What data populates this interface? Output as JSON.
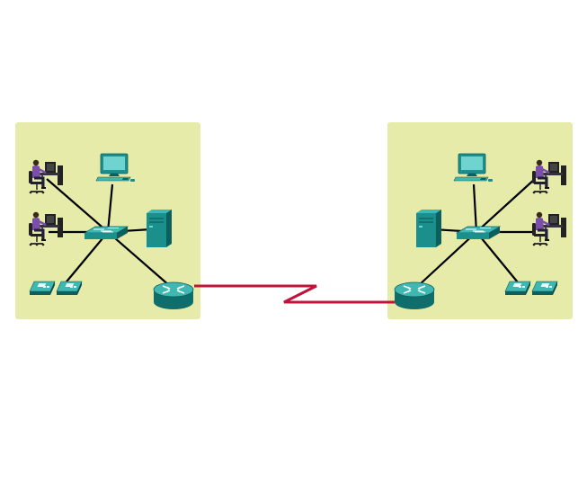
{
  "colors": {
    "site_background": "#e6ebaa",
    "device_teal": "#1a8f8c",
    "device_teal_light": "#3fb8b4",
    "device_teal_dark": "#0d5f5d",
    "link_lan": "#000000",
    "link_wan": "#c0143c",
    "user_shirt": "#7b4fa8",
    "furniture": "#222222"
  },
  "sites": [
    {
      "id": "left",
      "devices": [
        "user-workstation-icon",
        "user-workstation-icon",
        "ip-phone-icon",
        "pc-icon",
        "switch-icon",
        "server-icon",
        "router-icon"
      ]
    },
    {
      "id": "right",
      "devices": [
        "pc-icon",
        "user-workstation-icon",
        "user-workstation-icon",
        "server-icon",
        "switch-icon",
        "ip-phone-icon",
        "router-icon"
      ]
    }
  ],
  "wan_link": {
    "type": "serial",
    "icon": "serial-lightning-link"
  }
}
